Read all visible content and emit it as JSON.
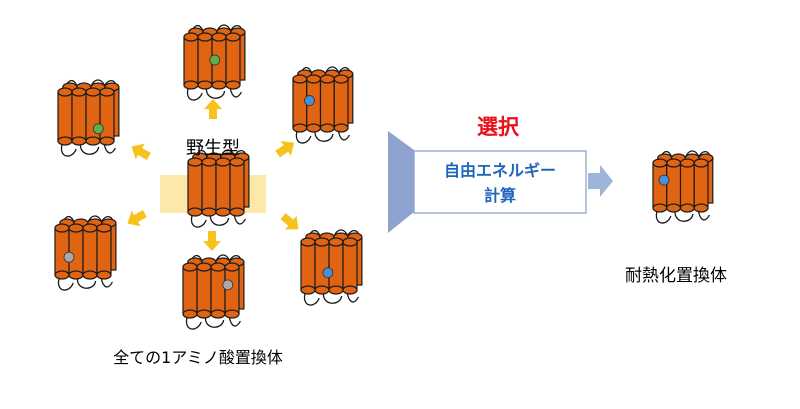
{
  "labels": {
    "wild_type": "野生型",
    "all_mutants": "全ての1アミノ酸置換体",
    "selection": "選択",
    "calc_line1": "自由エネルギー",
    "calc_line2": "計算",
    "result": "耐熱化置換体"
  },
  "colors": {
    "helix_fill": "#e06412",
    "helix_edge": "#1a1a1a",
    "membrane": "#fce9aa",
    "arrow_small": "#f7c21c",
    "selection_text": "#e8121a",
    "calc_text": "#1f64bd",
    "funnel": "#8fa3cf",
    "output_arrow": "#9eb4da",
    "mutation_green": "#5fb04a",
    "mutation_blue": "#4a8fd1",
    "mutation_gray": "#a9a9a9"
  },
  "proteins": [
    {
      "id": "wild-type",
      "mutation": "none"
    },
    {
      "id": "top",
      "mutation": "green"
    },
    {
      "id": "upper-left",
      "mutation": "green"
    },
    {
      "id": "upper-right",
      "mutation": "blue"
    },
    {
      "id": "lower-left",
      "mutation": "gray"
    },
    {
      "id": "bottom",
      "mutation": "gray"
    },
    {
      "id": "lower-right",
      "mutation": "blue"
    },
    {
      "id": "result",
      "mutation": "blue"
    }
  ]
}
